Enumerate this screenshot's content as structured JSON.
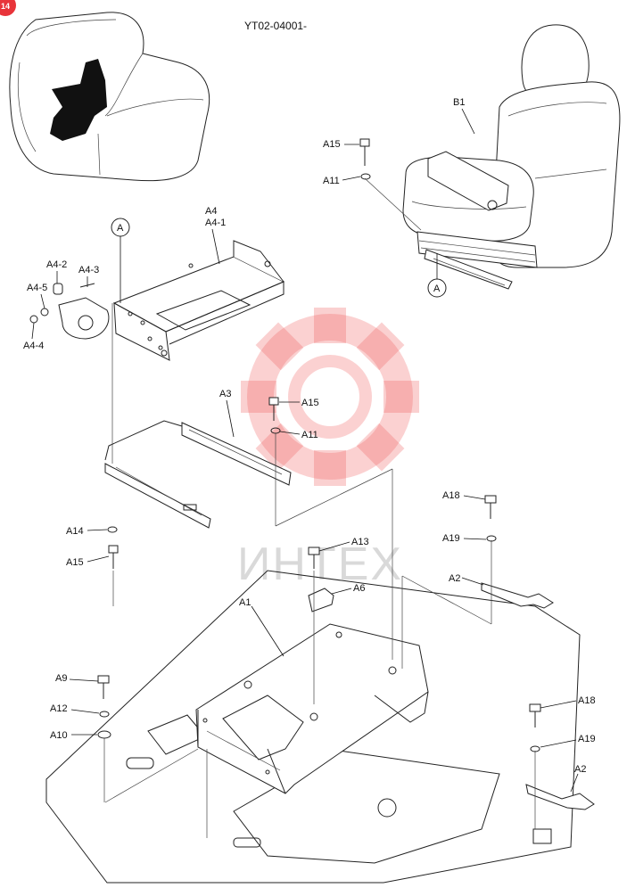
{
  "diagram": {
    "code": "YT02-04001-",
    "page_badge": "14",
    "watermark": "ИНТЕХ",
    "callout_letter": "A",
    "part_labels": {
      "b1": "B1",
      "a15_top": "A15",
      "a11_top": "A11",
      "a4": "A4",
      "a4_1": "A4-1",
      "a4_2": "A4-2",
      "a4_3": "A4-3",
      "a4_4": "A4-4",
      "a4_5": "A4-5",
      "a3": "A3",
      "a15_mid": "A15",
      "a11_mid": "A11",
      "a14": "A14",
      "a15_low": "A15",
      "a13": "A13",
      "a6": "A6",
      "a18_top": "A18",
      "a19_top": "A19",
      "a2_top": "A2",
      "a1": "A1",
      "a9": "A9",
      "a12": "A12",
      "a10": "A10",
      "a18_bot": "A18",
      "a19_bot": "A19",
      "a2_bot": "A2"
    },
    "colors": {
      "watermark": "#f05a5a",
      "badge": "#e8343a",
      "line": "#222222"
    }
  }
}
